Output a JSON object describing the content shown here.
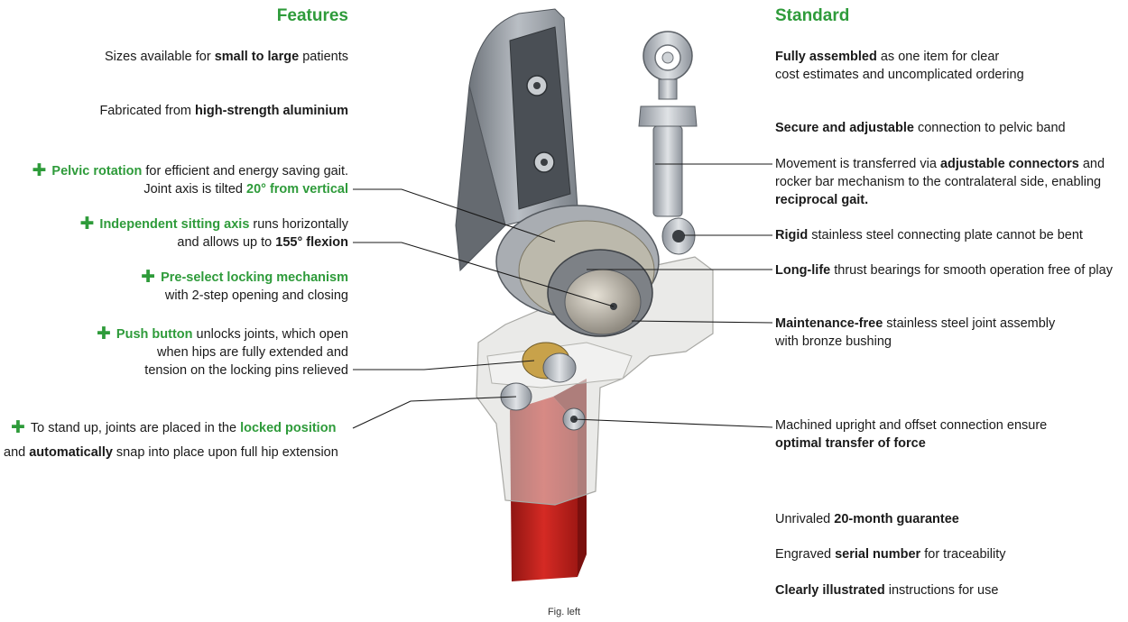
{
  "features": {
    "title": "Features",
    "items": [
      {
        "parts": [
          {
            "t": "Sizes available for "
          },
          {
            "t": "small to large",
            "b": true
          },
          {
            "t": " patients"
          }
        ]
      },
      {
        "parts": [
          {
            "t": "Fabricated from "
          },
          {
            "t": "high-strength aluminium",
            "b": true
          }
        ]
      },
      {
        "plus": true,
        "line1": [
          {
            "t": "Pelvic rotation",
            "g": true
          },
          {
            "t": " for efficient and energy saving gait."
          }
        ],
        "line2": [
          {
            "t": "Joint axis is tilted "
          },
          {
            "t": "20° from vertical",
            "g": true
          }
        ]
      },
      {
        "plus": true,
        "line1": [
          {
            "t": "Independent sitting axis",
            "g": true
          },
          {
            "t": " runs horizontally"
          }
        ],
        "line2": [
          {
            "t": "and allows up to "
          },
          {
            "t": "155° flexion",
            "b": true
          }
        ]
      },
      {
        "plus": true,
        "line1": [
          {
            "t": "Pre-select locking mechanism",
            "g": true
          }
        ],
        "line2": [
          {
            "t": "with 2-step opening and closing"
          }
        ]
      },
      {
        "plus": true,
        "line1": [
          {
            "t": "Push button",
            "g": true
          },
          {
            "t": " unlocks joints, which open"
          }
        ],
        "line2": [
          {
            "t": "when hips are fully extended and"
          }
        ],
        "line3": [
          {
            "t": "tension on the locking pins relieved"
          }
        ]
      },
      {
        "plus": true,
        "line1": [
          {
            "t": "To stand up, joints are placed in the "
          },
          {
            "t": "locked position",
            "g": true
          }
        ],
        "line2": [
          {
            "t": "and "
          },
          {
            "t": "automatically",
            "b": true
          },
          {
            "t": " snap into place upon full hip extension"
          }
        ]
      }
    ]
  },
  "standard": {
    "title": "Standard",
    "items": [
      {
        "line1": [
          {
            "t": "Fully assembled",
            "b": true
          },
          {
            "t": " as one item for clear"
          }
        ],
        "line2": [
          {
            "t": "cost estimates and uncomplicated ordering"
          }
        ]
      },
      {
        "line1": [
          {
            "t": "Secure and adjustable",
            "b": true
          },
          {
            "t": " connection to pelvic band"
          }
        ]
      },
      {
        "line1": [
          {
            "t": "Movement is transferred via "
          },
          {
            "t": "adjustable connectors",
            "b": true
          },
          {
            "t": " and"
          }
        ],
        "line2": [
          {
            "t": "rocker bar mechanism to the contralateral side, enabling"
          }
        ],
        "line3": [
          {
            "t": "reciprocal gait.",
            "b": true
          }
        ]
      },
      {
        "line1": [
          {
            "t": "Rigid",
            "b": true
          },
          {
            "t": " stainless steel connecting plate cannot be bent"
          }
        ]
      },
      {
        "line1": [
          {
            "t": "Long-life",
            "b": true
          },
          {
            "t": " thrust bearings for smooth operation free of play"
          }
        ]
      },
      {
        "line1": [
          {
            "t": "Maintenance-free",
            "b": true
          },
          {
            "t": " stainless steel joint assembly"
          }
        ],
        "line2": [
          {
            "t": "with bronze bushing"
          }
        ]
      },
      {
        "line1": [
          {
            "t": "Machined upright and offset connection ensure"
          }
        ],
        "line2": [
          {
            "t": "optimal transfer of force",
            "b": true
          }
        ]
      },
      {
        "line1": [
          {
            "t": "Unrivaled "
          },
          {
            "t": "20-month guarantee",
            "b": true
          }
        ]
      },
      {
        "line1": [
          {
            "t": "Engraved "
          },
          {
            "t": "serial number",
            "b": true
          },
          {
            "t": " for traceability"
          }
        ]
      },
      {
        "line1": [
          {
            "t": "Clearly illustrated",
            "b": true
          },
          {
            "t": " instructions for use"
          }
        ]
      }
    ]
  },
  "caption": "Fig. left",
  "colors": {
    "accent_green": "#2e9b3a",
    "upright_red": "#c8201c",
    "aluminium": "#8d939b",
    "steel": "#b7bcc2"
  }
}
